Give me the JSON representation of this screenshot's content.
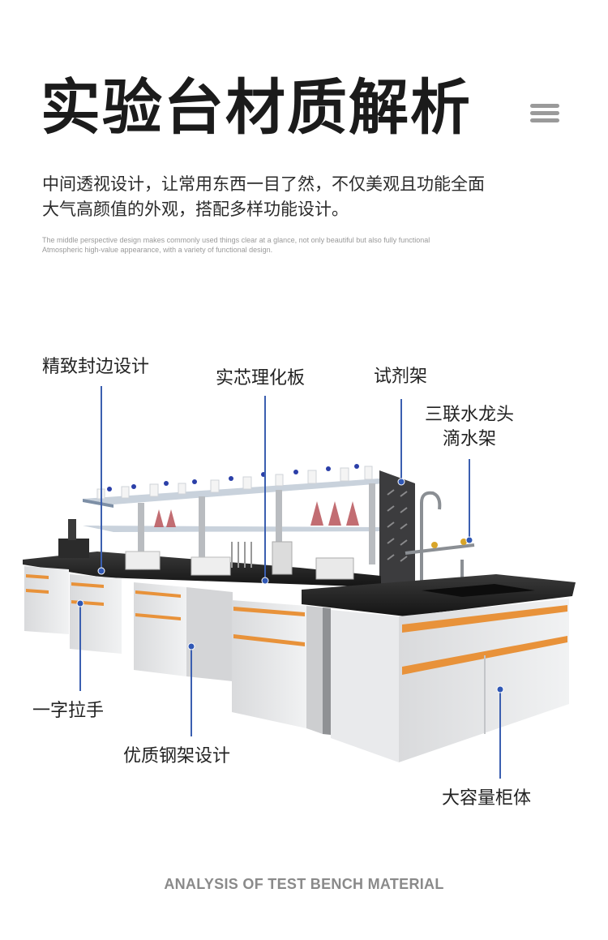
{
  "header": {
    "title": "实验台材质解析",
    "menu_icon": "menu-icon"
  },
  "description": {
    "line1": "中间透视设计，让常用东西一目了然，不仅美观且功能全面",
    "line2": "大气高颜值的外观，搭配多样功能设计。",
    "en_line1": "The middle perspective design makes commonly used things clear at a glance, not only beautiful but also fully functional",
    "en_line2": "Atmospheric high-value appearance, with a variety of functional design."
  },
  "callouts": {
    "edge": "精致封边设计",
    "board": "实芯理化板",
    "reagent": "试剂架",
    "faucet_line1": "三联水龙头",
    "faucet_line2": "滴水架",
    "handle": "一字拉手",
    "steel": "优质钢架设计",
    "cabinet": "大容量柜体"
  },
  "colors": {
    "accent_line": "#3b5fb0",
    "handle_orange": "#e8923a",
    "worktop": "#1f1f1f",
    "cabinet": "#e6e7e9"
  },
  "footer": {
    "text": "ANALYSIS OF TEST BENCH MATERIAL"
  }
}
